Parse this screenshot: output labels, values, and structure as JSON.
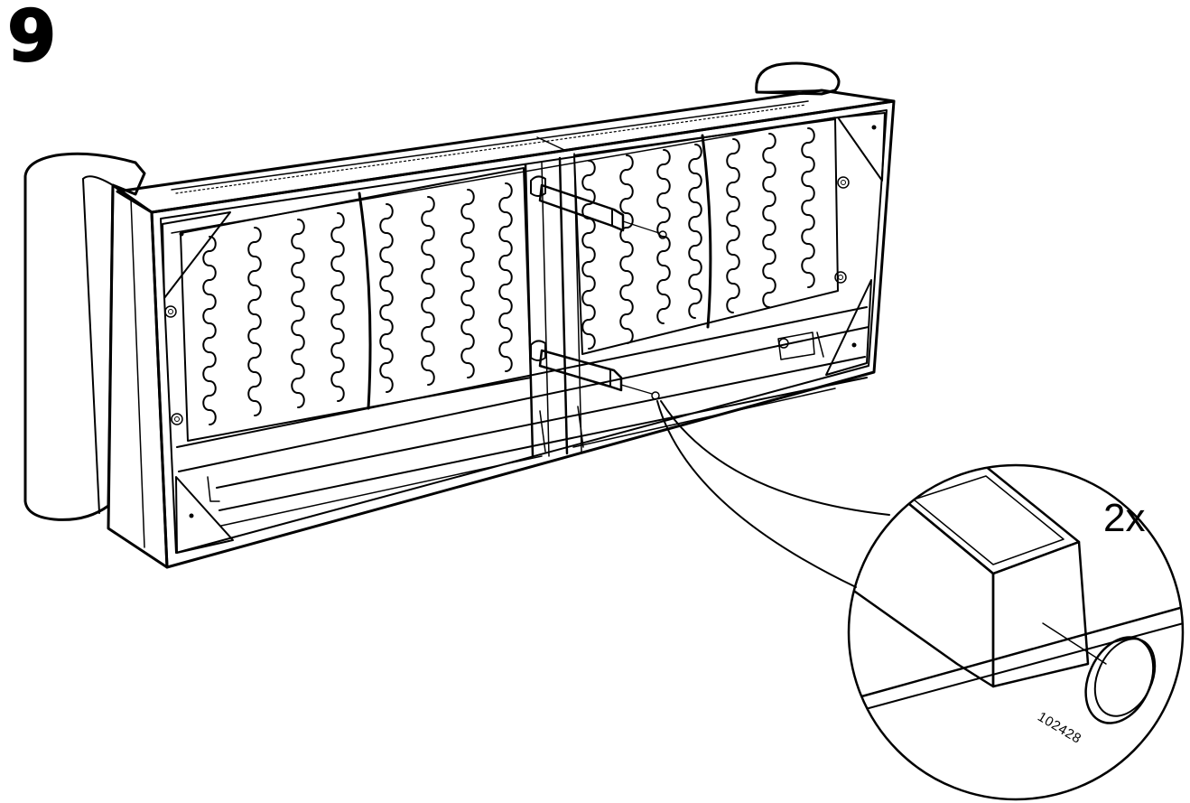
{
  "step": {
    "number": "9"
  },
  "detail": {
    "quantity": "2x",
    "part_number": "102428"
  }
}
